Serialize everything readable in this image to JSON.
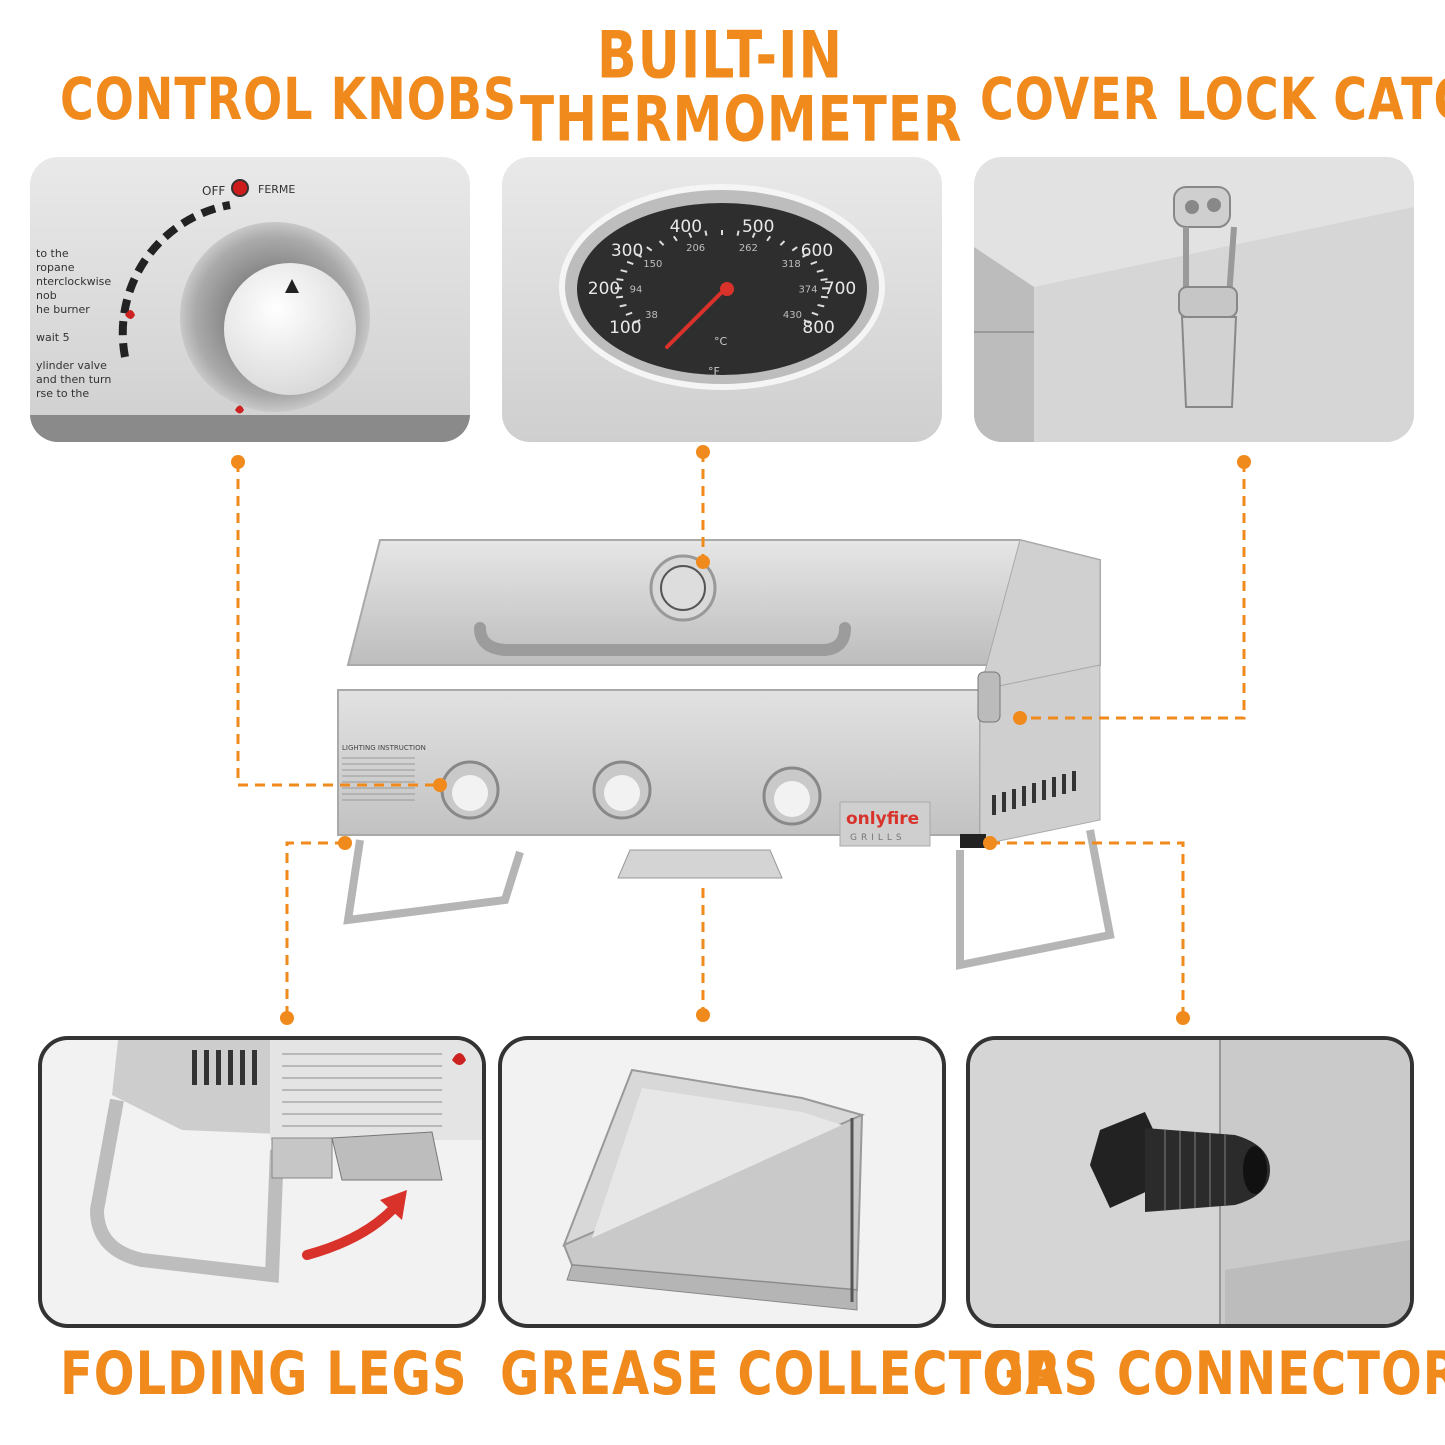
{
  "labels": {
    "control_knobs": "CONTROL KNOBS",
    "thermometer_line1": "BUILT-IN",
    "thermometer_line2": "THERMOMETER",
    "cover_lock": "COVER LOCK CATCH",
    "folding_legs": "FOLDING LEGS",
    "grease_collector": "GREASE COLLECTOR",
    "gas_connector": "GAS CONNECTOR"
  },
  "knob_panel": {
    "off": "OFF",
    "ferme": "FERME",
    "instructions": [
      "to the",
      "ropane",
      "nterclockwise",
      "nob",
      "he burner",
      "wait 5",
      "ylinder valve",
      "and then turn",
      "rse to the"
    ]
  },
  "thermometer": {
    "f_ticks": [
      "100",
      "200",
      "300",
      "400",
      "500",
      "600",
      "700",
      "800"
    ],
    "c_ticks": [
      "38",
      "94",
      "150",
      "206",
      "262",
      "318",
      "374",
      "430"
    ],
    "c_unit": "°C",
    "f_unit": "°F"
  },
  "brand": {
    "name": "onlyfire",
    "sub": "GRILLS"
  },
  "grill": {
    "instruction_title": "LIGHTING INSTRUCTION"
  },
  "colors": {
    "accent": "#f08a1c",
    "steel": "#c8c8c8",
    "panel_border": "#333333"
  }
}
